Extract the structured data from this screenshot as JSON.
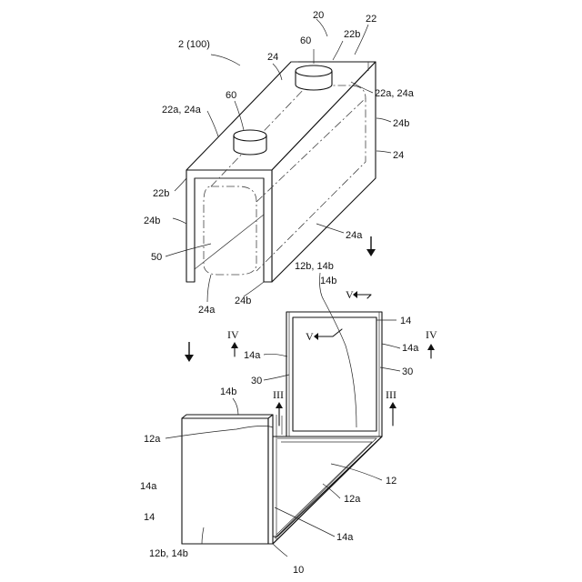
{
  "labels": {
    "lbl_2_100": "2 (100)",
    "lbl_20": "20",
    "lbl_22_top": "22",
    "lbl_22b_top": "22b",
    "lbl_60_top": "60",
    "lbl_24_top": "24",
    "lbl_22a24a_right": "22a, 24a",
    "lbl_22a24a_left": "22a, 24a",
    "lbl_60_left": "60",
    "lbl_24b_right": "24b",
    "lbl_24_right": "24",
    "lbl_22b_left": "22b",
    "lbl_24b_left": "24b",
    "lbl_24a_mid": "24a",
    "lbl_50": "50",
    "lbl_24a_bottom": "24a",
    "lbl_24b_bottom": "24b",
    "lbl_12b14b_top": "12b, 14b",
    "lbl_14b_top": "14b",
    "lbl_V_top": "V",
    "lbl_14_right": "14",
    "lbl_IV_left": "IV",
    "lbl_V_inner": "V",
    "lbl_14a_right": "14a",
    "lbl_IV_right": "IV",
    "lbl_14a_left": "14a",
    "lbl_30_left": "30",
    "lbl_30_right": "30",
    "lbl_14b_mid": "14b",
    "lbl_III_left": "III",
    "lbl_III_right": "III",
    "lbl_12a_left": "12a",
    "lbl_12": "12",
    "lbl_14a_outer": "14a",
    "lbl_12a_right": "12a",
    "lbl_14_left": "14",
    "lbl_12b14b_bottom": "12b, 14b",
    "lbl_14a_bottom": "14a",
    "lbl_10": "10"
  }
}
